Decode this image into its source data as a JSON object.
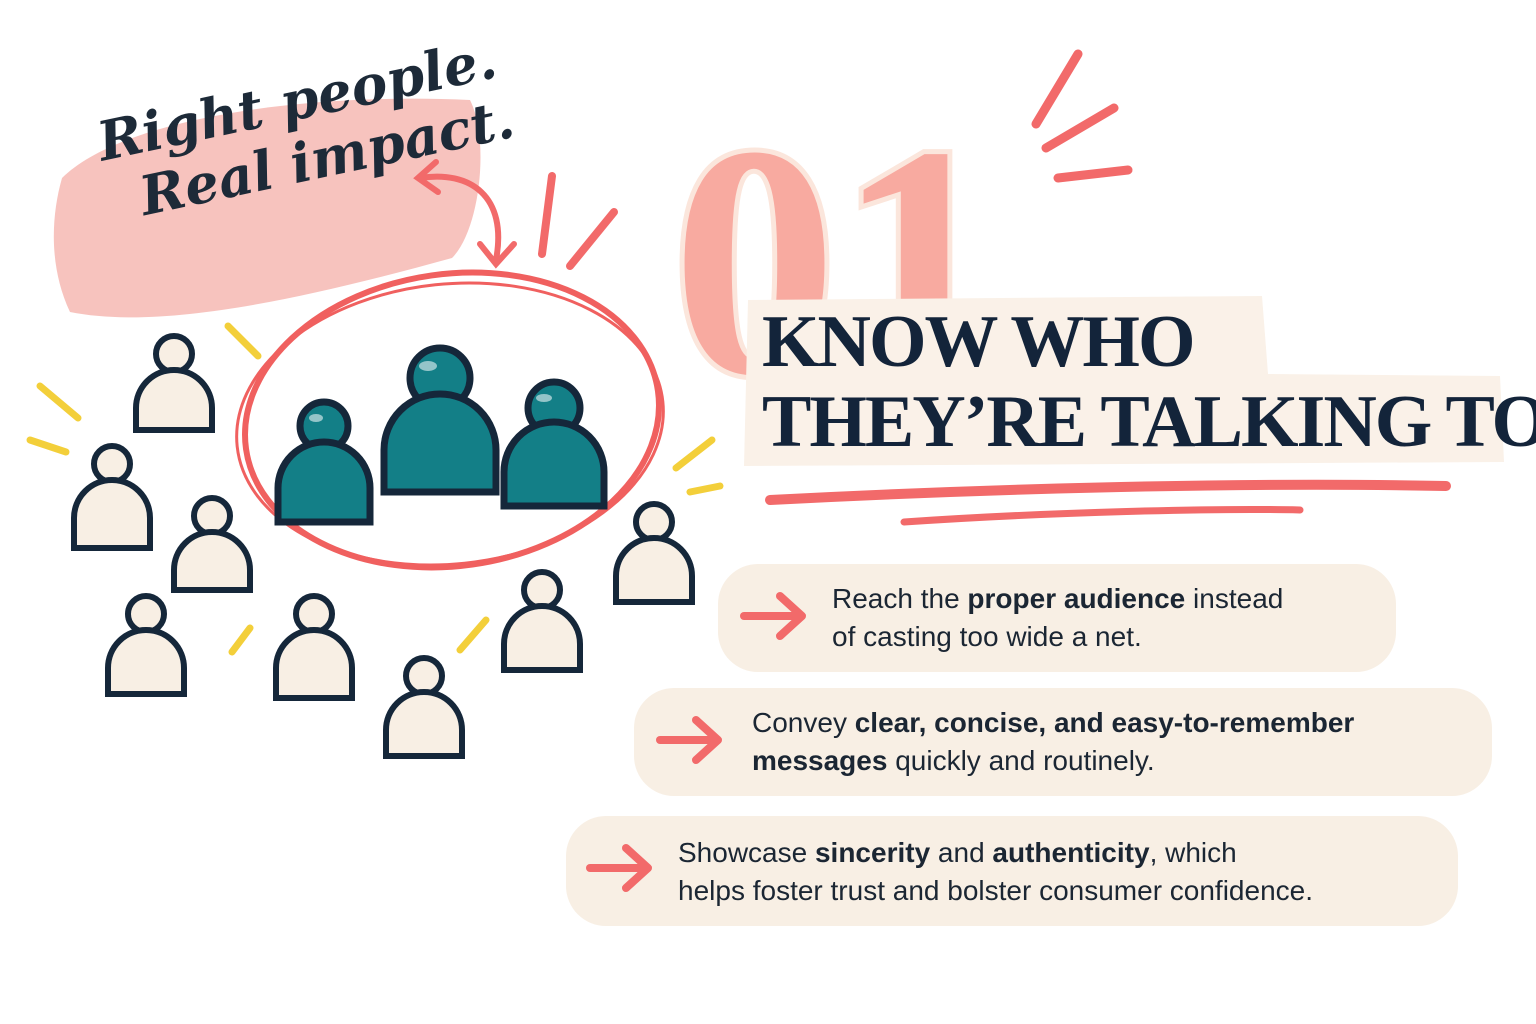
{
  "tagline": {
    "line1": "Right people.",
    "line2": "Real impact."
  },
  "number": "01",
  "heading": {
    "line1": "KNOW WHO",
    "line2": "THEY’RE TALKING TO"
  },
  "bullets": [
    {
      "pre": "Reach the ",
      "bold1": "proper audience",
      "mid": " instead",
      "line2": "of casting too wide a net.",
      "bold2": "",
      "post": ""
    },
    {
      "pre": "Convey ",
      "bold1": "clear, concise, and easy-to-remember",
      "mid": "",
      "bold2": "messages",
      "line2": " quickly and routinely.",
      "post": ""
    },
    {
      "pre": "Showcase ",
      "bold1": "sincerity",
      "mid": " and ",
      "bold2": "authenticity",
      "post": ", which",
      "line2": "helps foster trust and bolster consumer confidence."
    }
  ],
  "colors": {
    "accent": "#f26a6a",
    "teal": "#137f87",
    "pink": "#f8b8b0",
    "cream": "#f8efe4",
    "ink": "#15273a",
    "spark": "#f3cf3a"
  }
}
